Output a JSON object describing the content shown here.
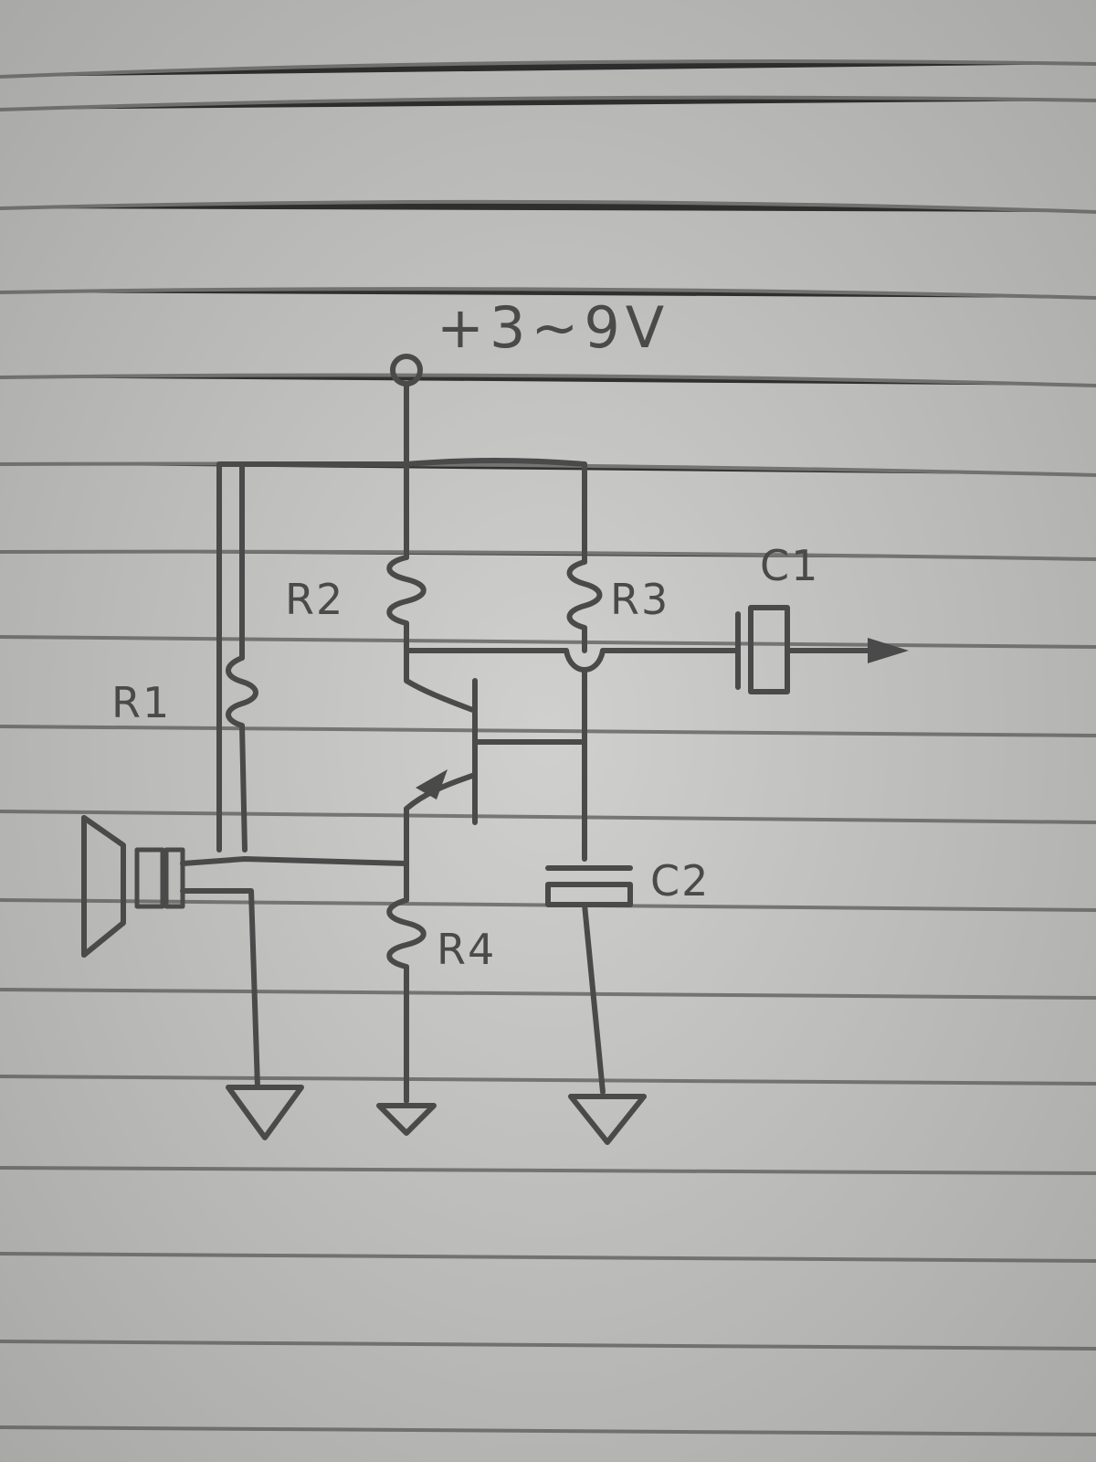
{
  "diagram": {
    "supply_label": "+3~9V",
    "components": {
      "R1": "R1",
      "R2": "R2",
      "R3": "R3",
      "R4": "R4",
      "C1": "C1",
      "C2": "C2"
    }
  },
  "colors": {
    "paper": "#bdbdbb",
    "ink": "#4a4a4a",
    "rule": "#5a5a5a"
  }
}
